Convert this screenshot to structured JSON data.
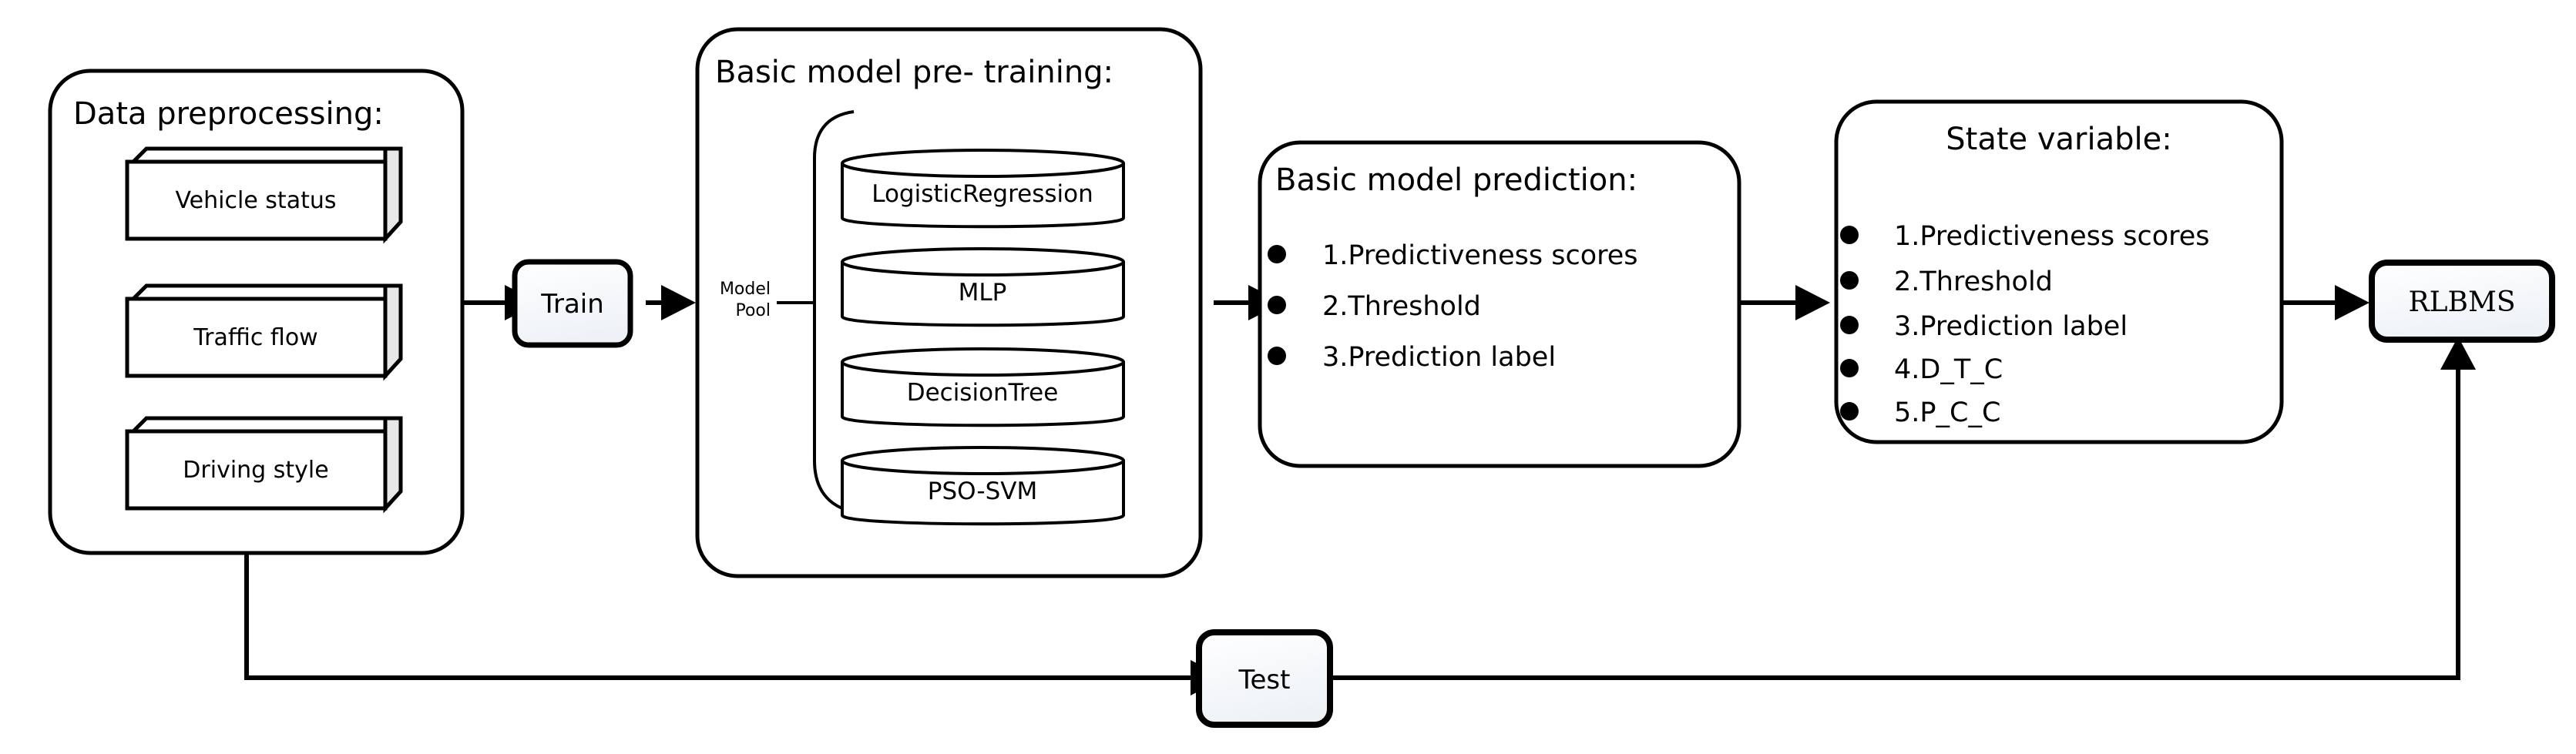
{
  "diagram": {
    "title_text": "",
    "background_color": "#ffffff",
    "line_color": "#000000",
    "shade_color": "#e8e8e8"
  },
  "preprocessing_panel": {
    "title": "Data preprocessing:",
    "boxes": [
      {
        "label": "Vehicle status"
      },
      {
        "label": "Traffic flow"
      },
      {
        "label": "Driving style"
      }
    ]
  },
  "train_node": {
    "label": "Train"
  },
  "pretraining_panel": {
    "title": "Basic model pre- training:",
    "pool_label_line1": "Model",
    "pool_label_line2": "Pool",
    "models": [
      {
        "label": "LogisticRegression"
      },
      {
        "label": "MLP"
      },
      {
        "label": "DecisionTree"
      },
      {
        "label": "PSO-SVM"
      }
    ]
  },
  "prediction_panel": {
    "title": "Basic model prediction:",
    "items": [
      "1.Predictiveness scores",
      "2.Threshold",
      "3.Prediction label"
    ]
  },
  "state_panel": {
    "title": "State variable:",
    "items": [
      "1.Predictiveness scores",
      "2.Threshold",
      "3.Prediction label",
      "4.D_T_C",
      "5.P_C_C"
    ]
  },
  "rlbms_node": {
    "label": "RLBMS"
  },
  "test_node": {
    "label": "Test"
  }
}
